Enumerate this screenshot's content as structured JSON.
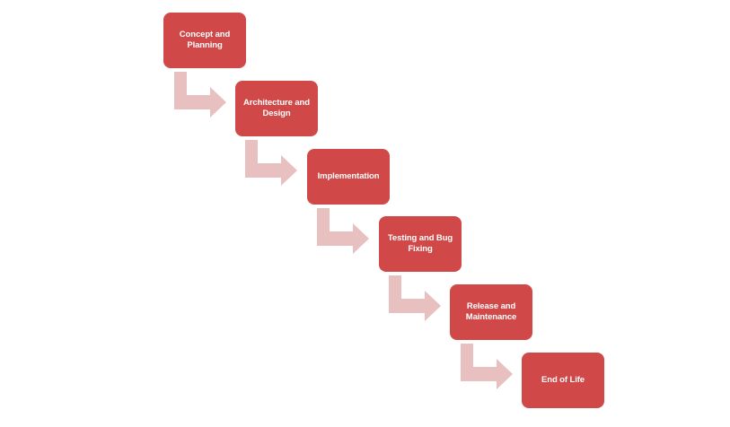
{
  "diagram": {
    "type": "waterfall-process",
    "colors": {
      "box_fill": "#d04848",
      "box_text": "#ffffff",
      "connector_fill": "#e8c0c0"
    },
    "steps": [
      {
        "label": "Concept and Planning"
      },
      {
        "label": "Architecture and Design"
      },
      {
        "label": "Implementation"
      },
      {
        "label": "Testing and Bug Fixing"
      },
      {
        "label": "Release and Maintenance"
      },
      {
        "label": "End of Life"
      }
    ],
    "connector_icon": "bent-arrow-right-icon"
  }
}
